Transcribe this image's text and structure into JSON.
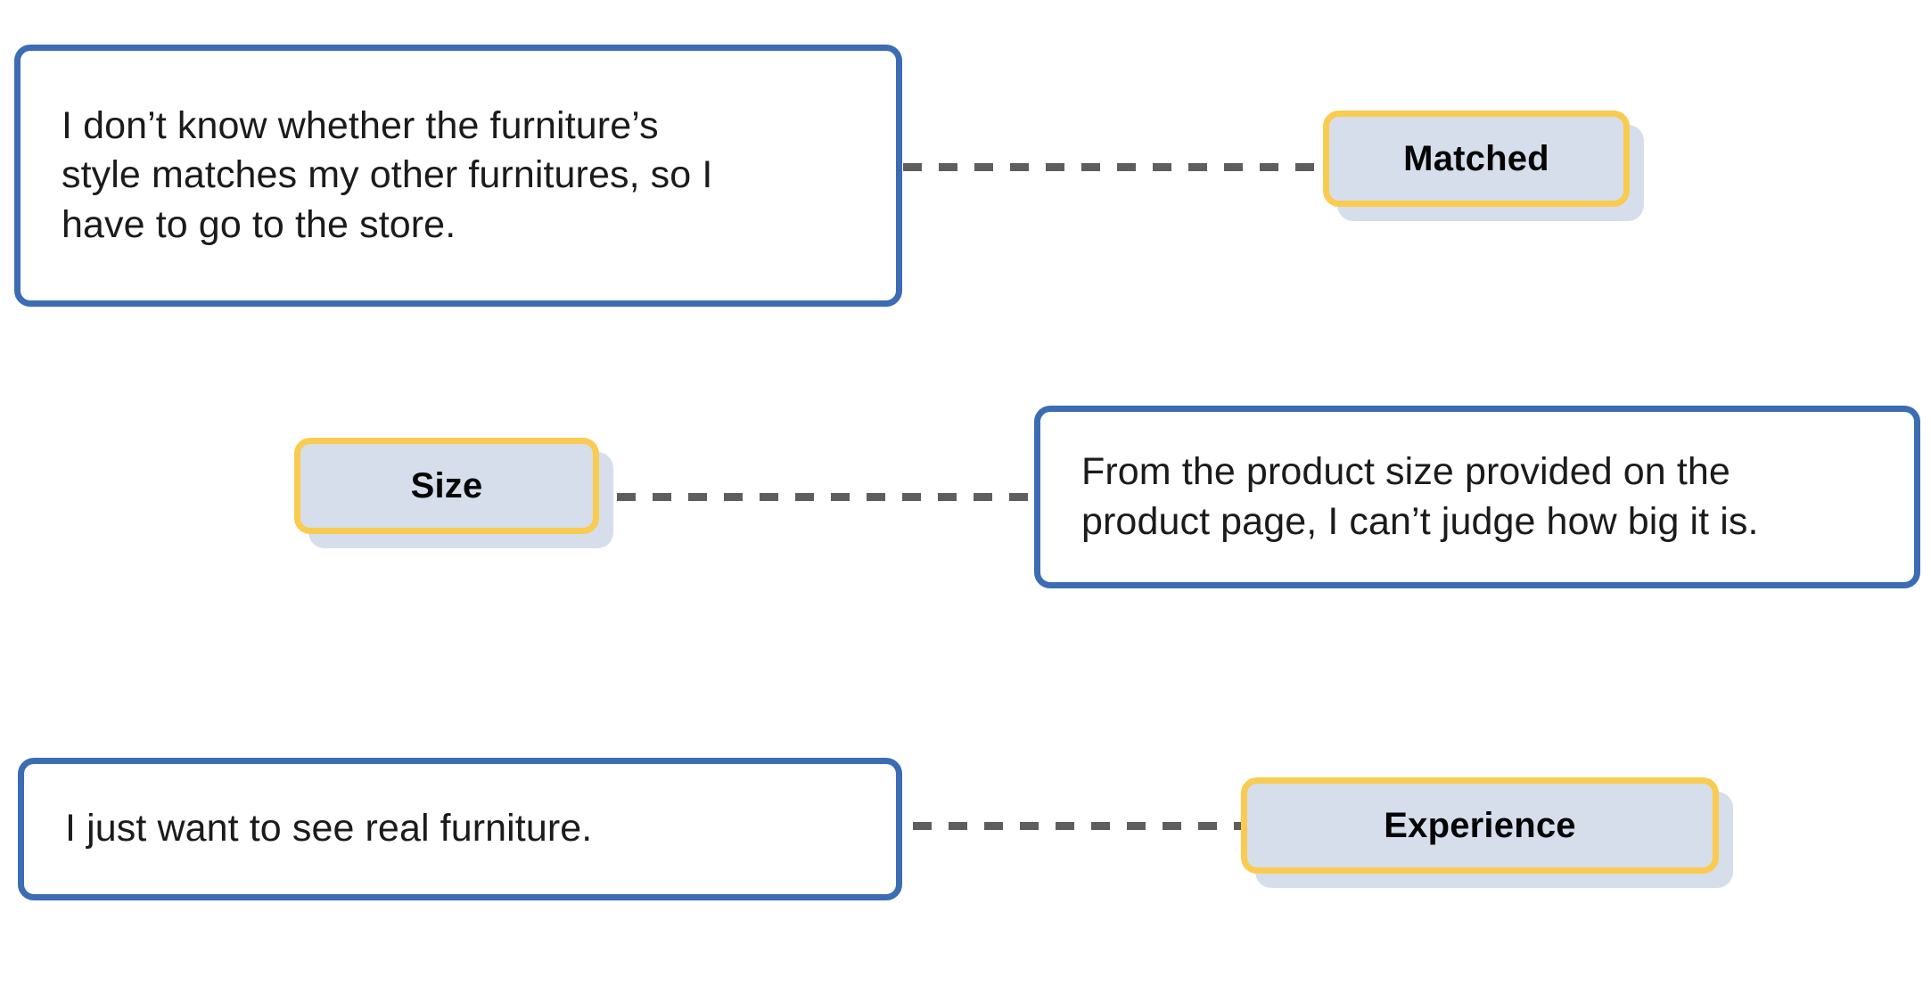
{
  "diagram": {
    "type": "qualitative-coding-quote-map",
    "rows": [
      {
        "id": "row-matched",
        "quote": "I don’t know whether the furniture’s\nstyle matches my other furnitures, so I\nhave to go to the store.",
        "code_label": "Matched",
        "quote_side": "left",
        "code_side": "right",
        "connector": "dashed"
      },
      {
        "id": "row-size",
        "quote": "From the product size provided on the\nproduct page, I can’t judge how big it is.",
        "code_label": "Size",
        "quote_side": "right",
        "code_side": "left",
        "connector": "dashed"
      },
      {
        "id": "row-experience",
        "quote": "I just want to see real furniture.",
        "code_label": "Experience",
        "quote_side": "left",
        "code_side": "right",
        "connector": "dashed"
      }
    ]
  },
  "colors": {
    "quote_border": "#3B6CB4",
    "quote_fill": "#FFFFFF",
    "chip_border": "#F9CB50",
    "chip_fill": "#D6DEEB",
    "chip_shadow": "#D6DEEB",
    "connector": "#5E5E5E",
    "text": "#1B1B1B",
    "background": "#FFFFFF"
  }
}
